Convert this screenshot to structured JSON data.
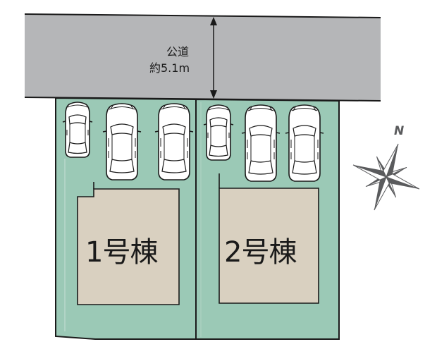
{
  "road": {
    "name": "公道",
    "width_label": "約5.1m"
  },
  "lots": [
    {
      "id": 1,
      "label": "1号棟",
      "parking_spaces": 3
    },
    {
      "id": 2,
      "label": "2号棟",
      "parking_spaces": 3
    }
  ],
  "compass": {
    "north_label": "N"
  },
  "colors": {
    "road": "#b5b6b8",
    "lot": "#9bc9b6",
    "building": "#d9d0c0",
    "outline": "#1a1a1a",
    "compass": "#5a5b5d"
  }
}
